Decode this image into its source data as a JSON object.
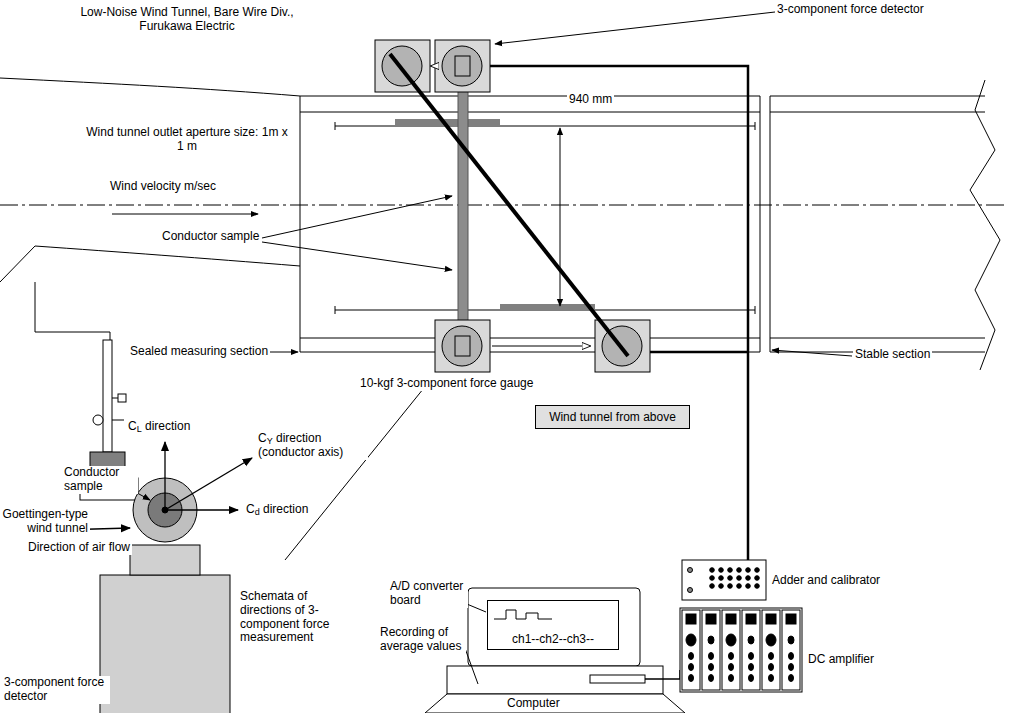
{
  "diagram": {
    "nodes": [
      {
        "text": [
          "Wind tunnel from above"
        ]
      },
      {
        "text": [
          "ch1--ch2--ch3--"
        ]
      }
    ],
    "labels": [
      "Low-Noise Wind Tunnel, Bare Wire Div., Furukawa Electric",
      "3-component force detector",
      "Wind tunnel outlet aperture size: 1m x 1 m",
      "Wind velocity m/sec",
      "Conductor sample",
      "940 mm",
      "Sealed measuring section",
      "Stable section",
      "10-kgf 3-component force gauge",
      "Goettingen-type wind tunnel",
      "CL direction",
      "CY direction (conductor axis)",
      "Conductor sample",
      "Cd direction",
      "Direction of air flow",
      "Schemata of directions of 3-component force measurement",
      "3-component force detector",
      "A/D converter board",
      "Recording of average values",
      "Computer",
      "Adder and calibrator",
      "DC amplifier"
    ]
  }
}
